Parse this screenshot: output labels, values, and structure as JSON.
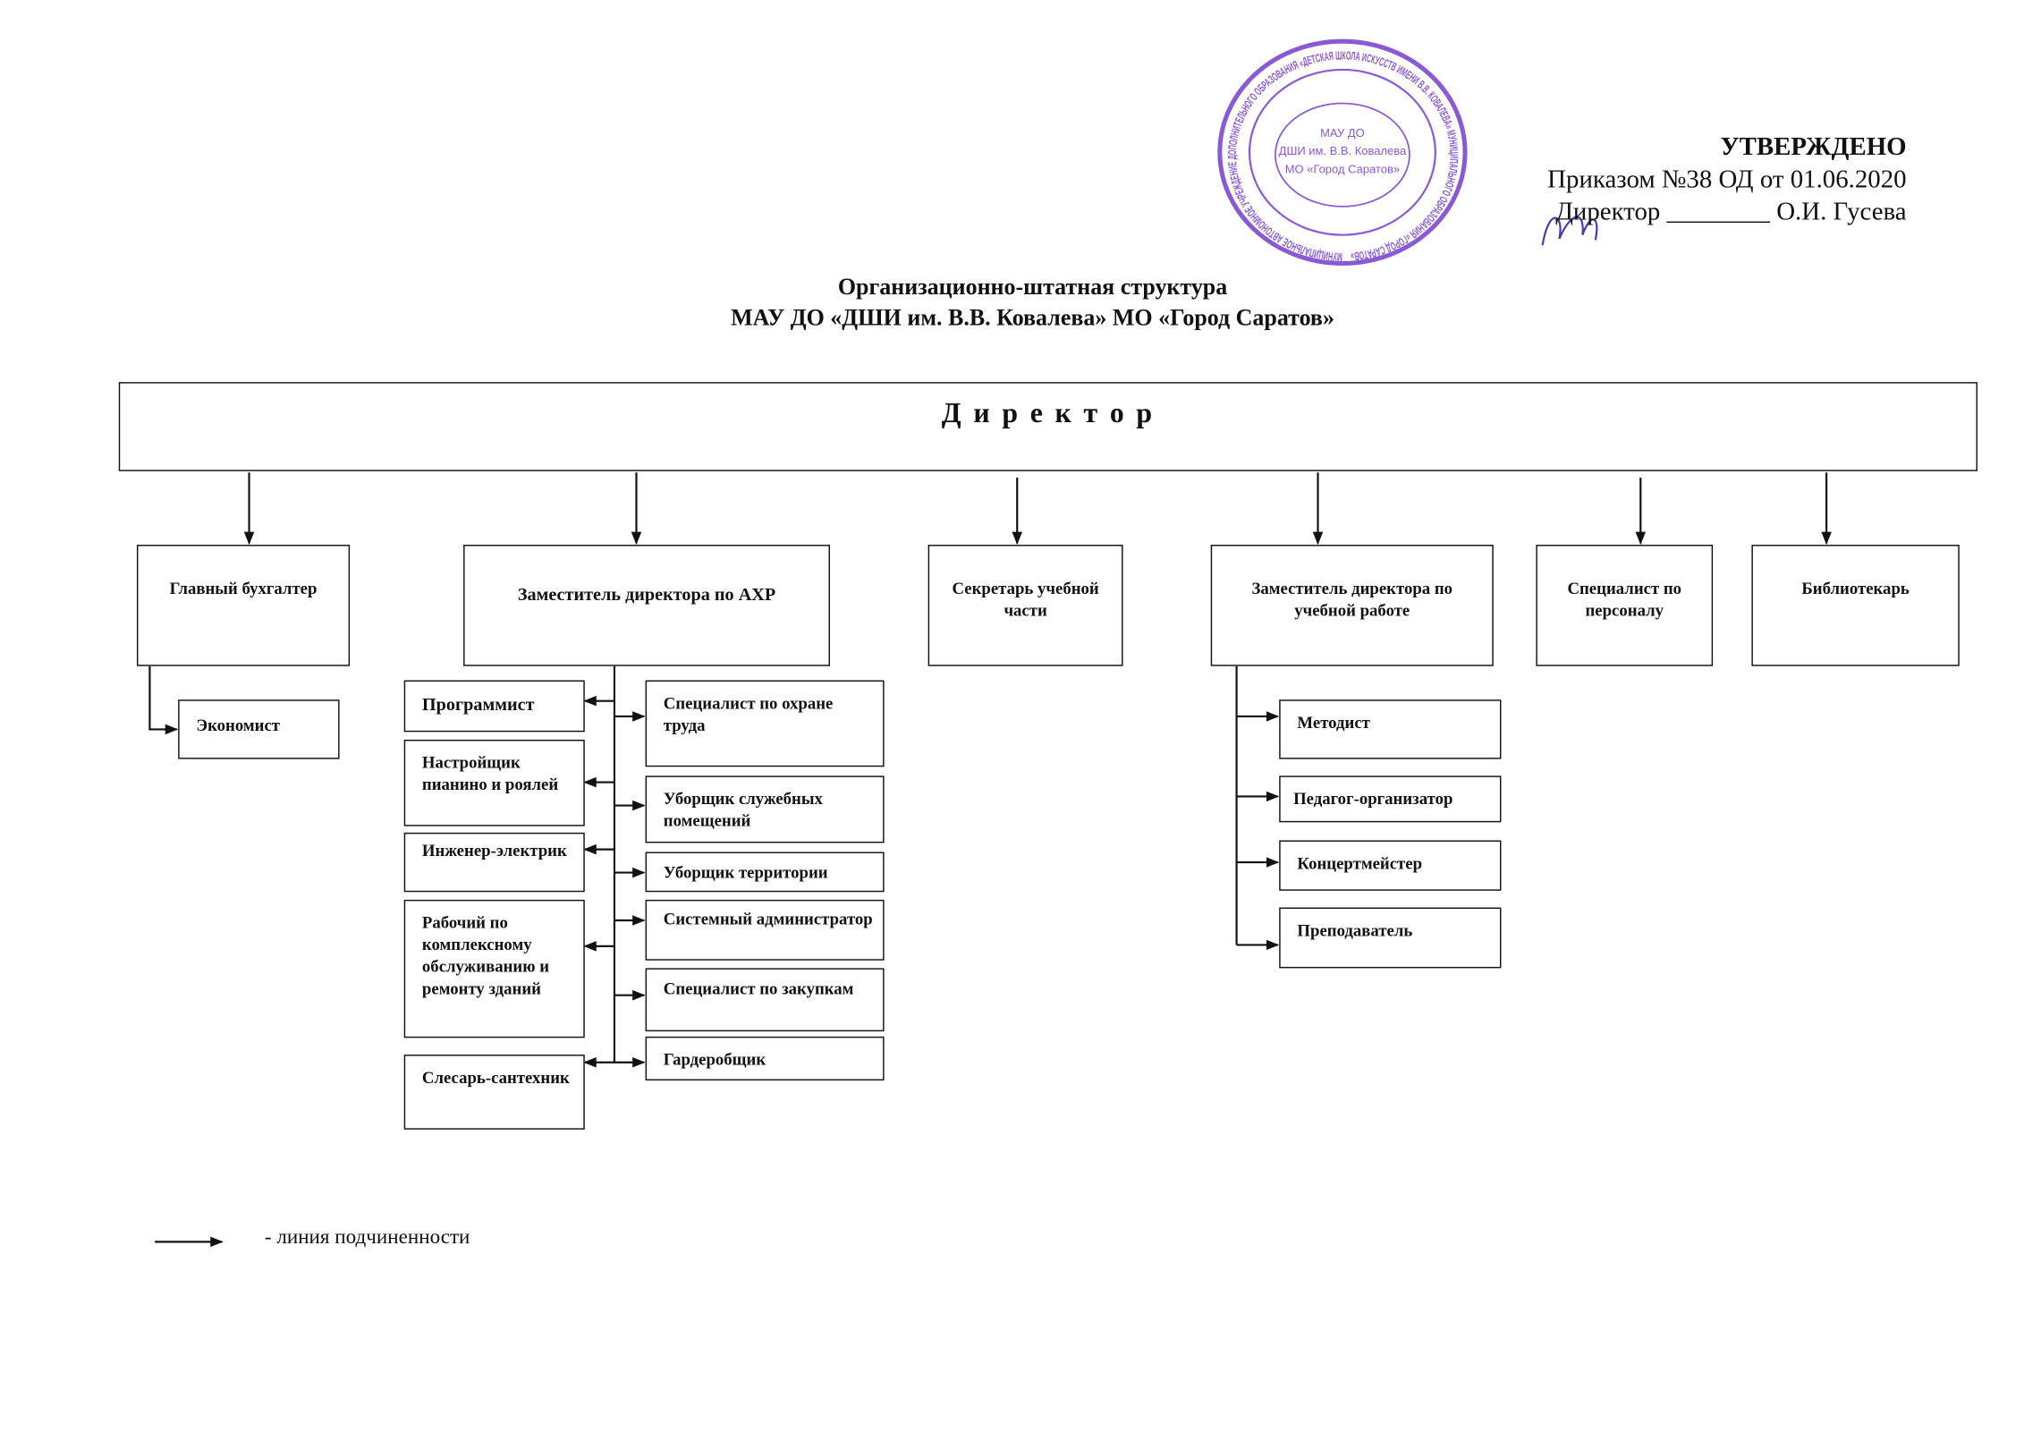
{
  "approval": {
    "heading": "УТВЕРЖДЕНО",
    "order": "Приказом №38 ОД от 01.06.2020",
    "signer_role": "Директор",
    "signature_line": "________",
    "signer_name": "О.И. Гусева"
  },
  "stamp": {
    "outer_text": "МУНИЦИПАЛЬНОЕ АВТОНОМНОЕ УЧРЕЖДЕНИЕ ДОПОЛНИТЕЛЬНОГО ОБРАЗОВАНИЯ «ДЕТСКАЯ ШКОЛА ИСКУССТВ ИМЕНИ В.В. КОВАЛЕВА» МУНИЦИПАЛЬНОГО ОБРАЗОВАНИЯ «ГОРОД САРАТОВ»",
    "inner_lines": [
      "МАУ ДО",
      "ДШИ им. В.В. Ковалева",
      "МО «Город Саратов»"
    ],
    "color": "#8a5ad6"
  },
  "title": {
    "line1": "Организационно-штатная структура",
    "line2": "МАУ ДО «ДШИ им. В.В. Ковалева» МО «Город Саратов»"
  },
  "director": "Д и р е к т о р",
  "level1": [
    "Главный бухгалтер",
    "Заместитель директора по АХР",
    "Секретарь учебной части",
    "Заместитель директора по учебной работе",
    "Специалист по персоналу",
    "Библиотекарь"
  ],
  "accountant_subordinates": [
    "Экономист"
  ],
  "axr_left": [
    "Программист",
    "Настройщик пианино и роялей",
    "Инженер-электрик",
    "Рабочий по комплексному обслуживанию и ремонту зданий",
    "Слесарь-сантехник"
  ],
  "axr_right": [
    "Специалист по охране труда",
    "Уборщик служебных помещений",
    "Уборщик территории",
    "Системный администратор",
    "Специалист по закупкам",
    "Гардеробщик"
  ],
  "education_subordinates": [
    "Методист",
    "Педагог-организатор",
    "Концертмейстер",
    "Преподаватель"
  ],
  "legend": {
    "text": "-  линия подчиненности"
  }
}
